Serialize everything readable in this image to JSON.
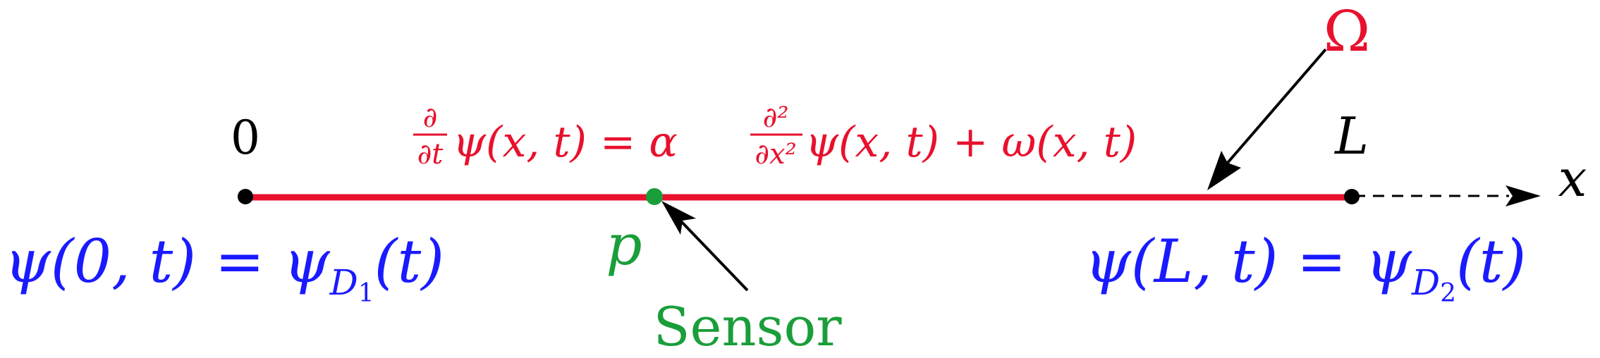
{
  "colors": {
    "domain": "#e8112d",
    "boundary": "#1a1aff",
    "sensor": "#1a9e3a",
    "ink": "#000000"
  },
  "labels": {
    "origin": "0",
    "end": "L",
    "axis": "x",
    "domain_symbol": "Ω",
    "sensor_point": "p",
    "sensor_label": "Sensor"
  },
  "equation": {
    "lhs_op_num": "∂",
    "lhs_op_den": "∂t",
    "lhs_fn": "ψ(x, t) = α",
    "rhs_op_num": "∂²",
    "rhs_op_den": "∂x²",
    "rhs_fn": "ψ(x, t) + ω(x, t)"
  },
  "boundary_left": {
    "lhs": "ψ(0, t) = ψ",
    "sub": "D",
    "subsub": "1",
    "tail": "(t)"
  },
  "boundary_right": {
    "lhs": "ψ(L, t) = ψ",
    "sub": "D",
    "subsub": "2",
    "tail": "(t)"
  }
}
